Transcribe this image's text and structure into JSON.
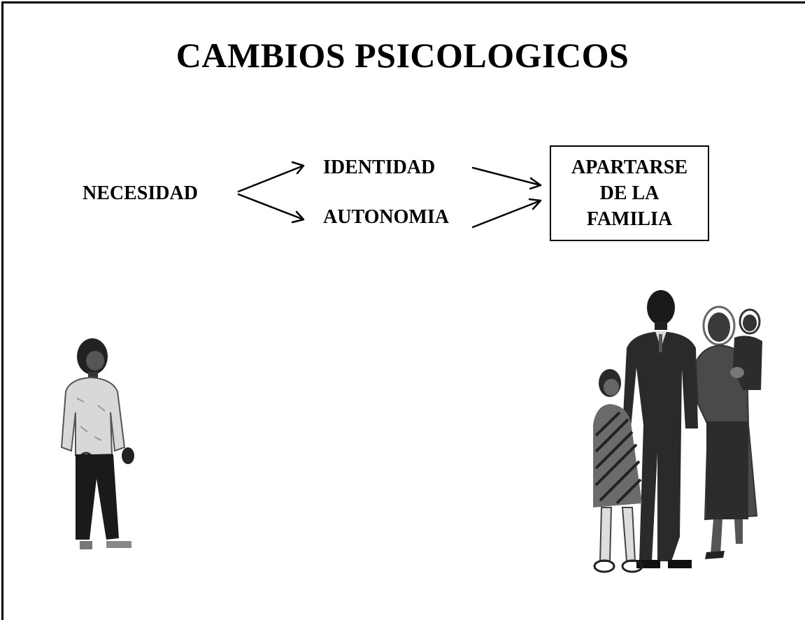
{
  "slide": {
    "title": "CAMBIOS PSICOLOGICOS"
  },
  "diagram": {
    "source": "NECESIDAD",
    "branches": [
      "IDENTIDAD",
      "AUTONOMIA"
    ],
    "result_lines": [
      "APARTARSE",
      "DE LA",
      "FAMILIA"
    ]
  },
  "illustrations": {
    "left": "teen-figure",
    "right": "family-group"
  }
}
